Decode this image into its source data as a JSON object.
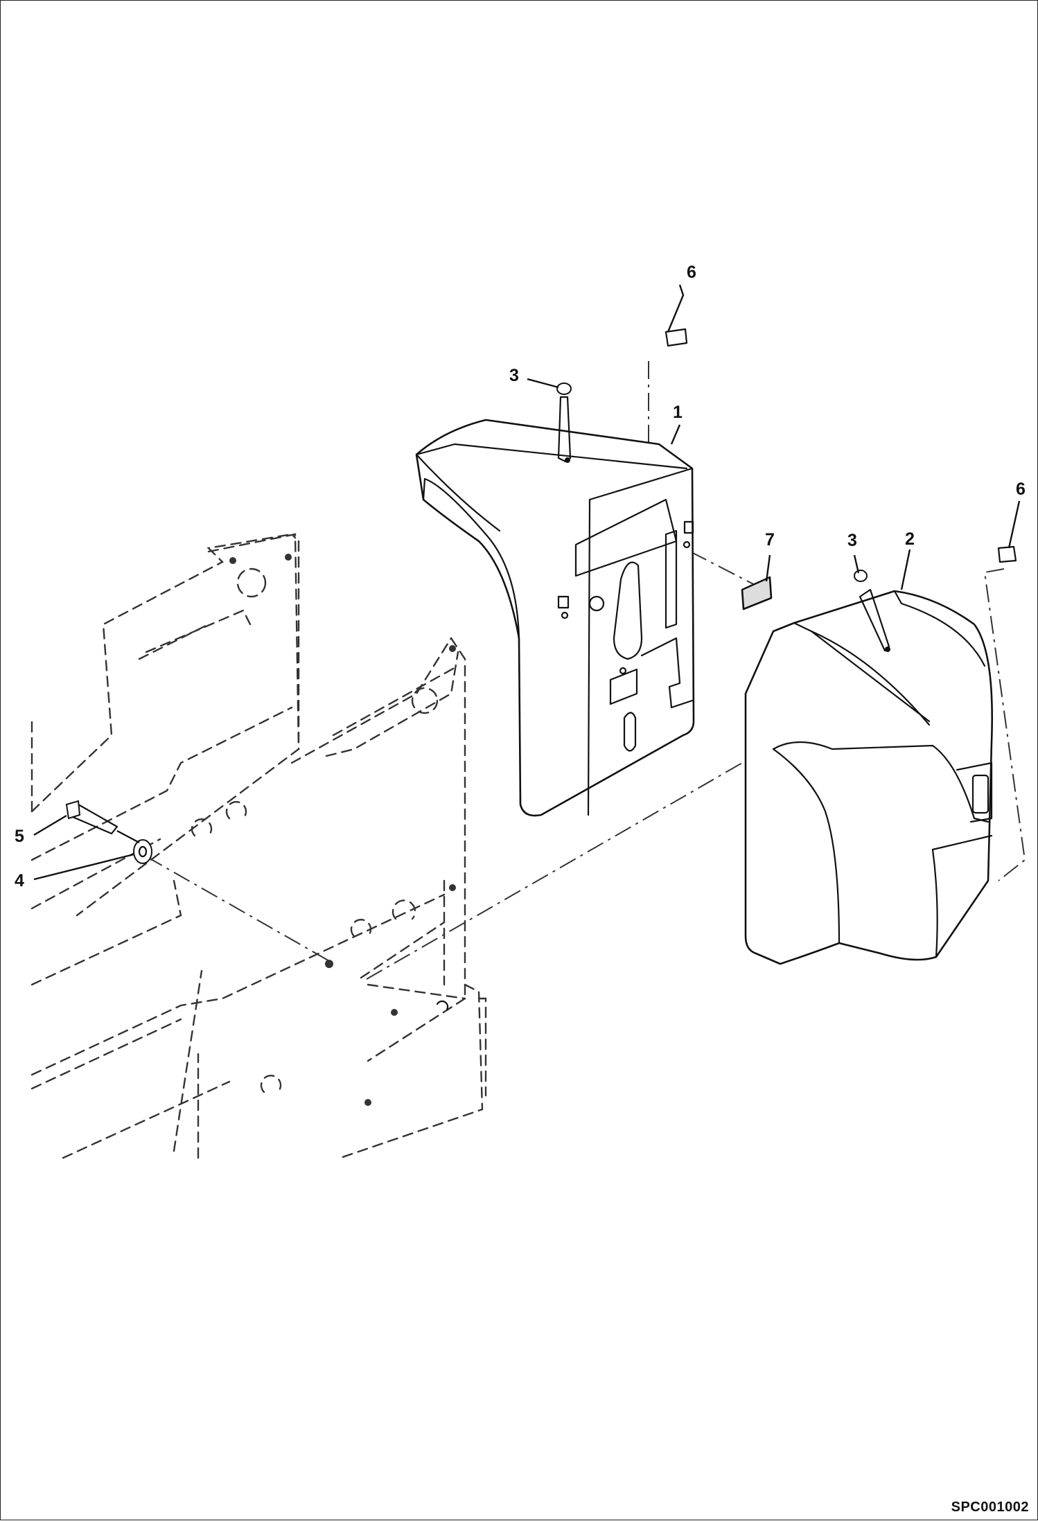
{
  "drawing": {
    "id": "SPC001002",
    "callouts": {
      "c1": "1",
      "c2": "2",
      "c3a": "3",
      "c3b": "3",
      "c4": "4",
      "c5": "5",
      "c6a": "6",
      "c6b": "6",
      "c7": "7"
    }
  }
}
